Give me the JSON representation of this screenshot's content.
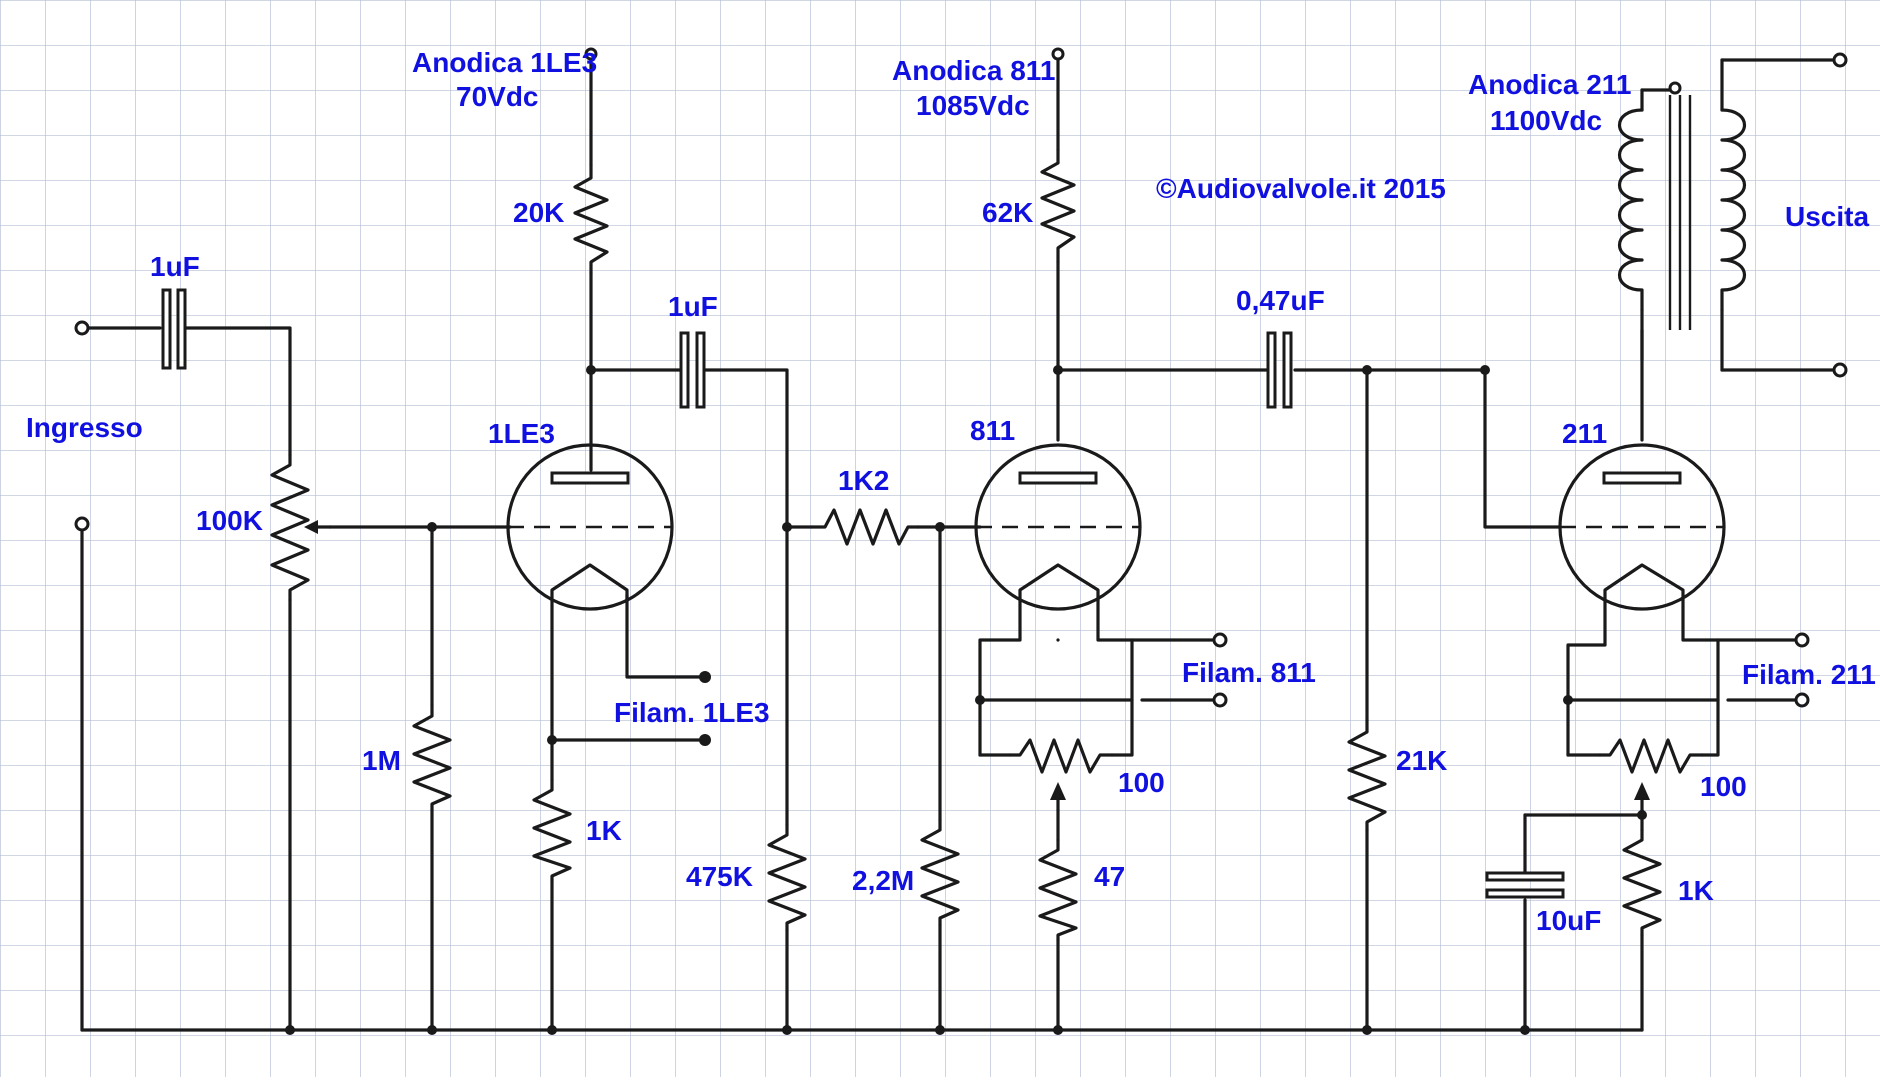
{
  "colors": {
    "label": "#1010e0",
    "wire": "#1a1a1a",
    "grid": "#b4bdd4",
    "paper": "#ffffff"
  },
  "labels": {
    "anode_1le3": "Anodica 1LE3",
    "anode_1le3_v": "70Vdc",
    "anode_811": "Anodica 811",
    "anode_811_v": "1085Vdc",
    "anode_211": "Anodica 211",
    "anode_211_v": "1100Vdc",
    "copyright": "©Audiovalvole.it 2015",
    "output": "Uscita",
    "input": "Ingresso",
    "c_in": "1uF",
    "pot": "100K",
    "r_20k": "20K",
    "c_coupling1": "1uF",
    "tube1": "1LE3",
    "r_1k2": "1K2",
    "tube2": "811",
    "r_62k": "62K",
    "c_coupling2": "0,47uF",
    "tube3": "211",
    "filam_1le3": "Filam. 1LE3",
    "filam_811": "Filam. 811",
    "filam_211": "Filam. 211",
    "r_1m": "1M",
    "r_1k_a": "1K",
    "r_475k": "475K",
    "r_22m": "2,2M",
    "r_47": "47",
    "r_100_a": "100",
    "r_21k": "21K",
    "r_100_b": "100",
    "c_10uf": "10uF",
    "r_1k_b": "1K"
  }
}
